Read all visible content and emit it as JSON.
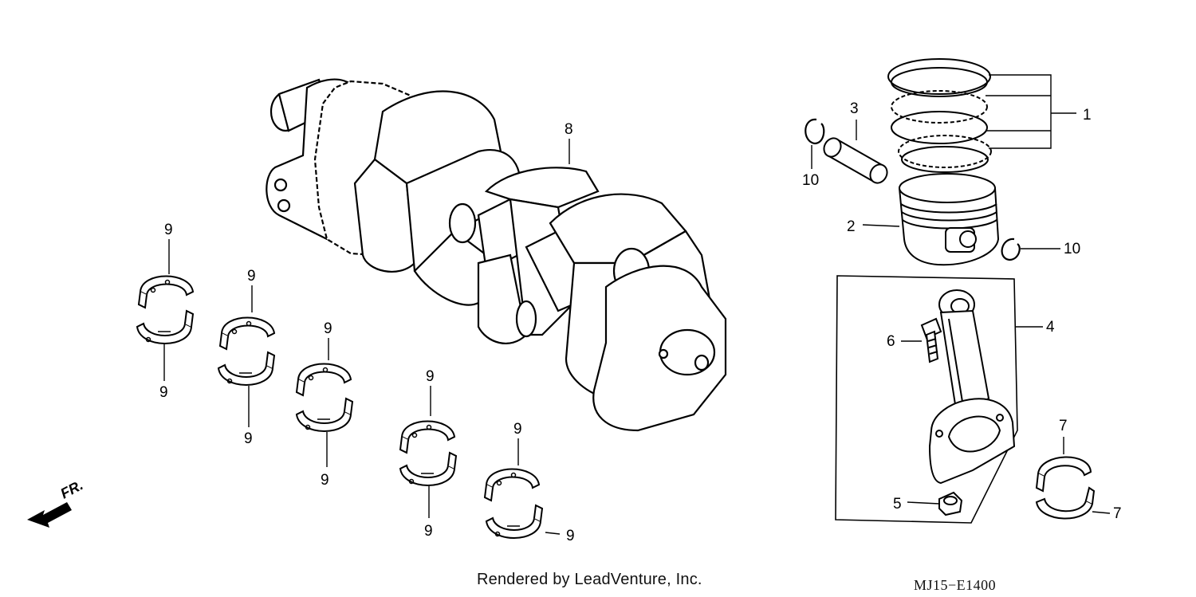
{
  "diagram": {
    "direction_label": "FR.",
    "callouts": {
      "piston_rings": "1",
      "piston": "2",
      "piston_pin": "3",
      "connecting_rod": "4",
      "rod_nut": "5",
      "rod_bolt": "6",
      "rod_bearing_upper": "7",
      "rod_bearing_lower": "7",
      "crankshaft": "8",
      "main_bearing_1_upper": "9",
      "main_bearing_1_lower": "9",
      "main_bearing_2_upper": "9",
      "main_bearing_2_lower": "9",
      "main_bearing_3_upper": "9",
      "main_bearing_3_lower": "9",
      "main_bearing_4_upper": "9",
      "main_bearing_4_lower": "9",
      "main_bearing_5_upper": "9",
      "main_bearing_5_lower": "9",
      "clip_left": "10",
      "clip_right": "10"
    }
  },
  "footer": {
    "rendered_by": "Rendered by LeadVenture, Inc.",
    "diagram_code": "MJ15−E1400"
  }
}
